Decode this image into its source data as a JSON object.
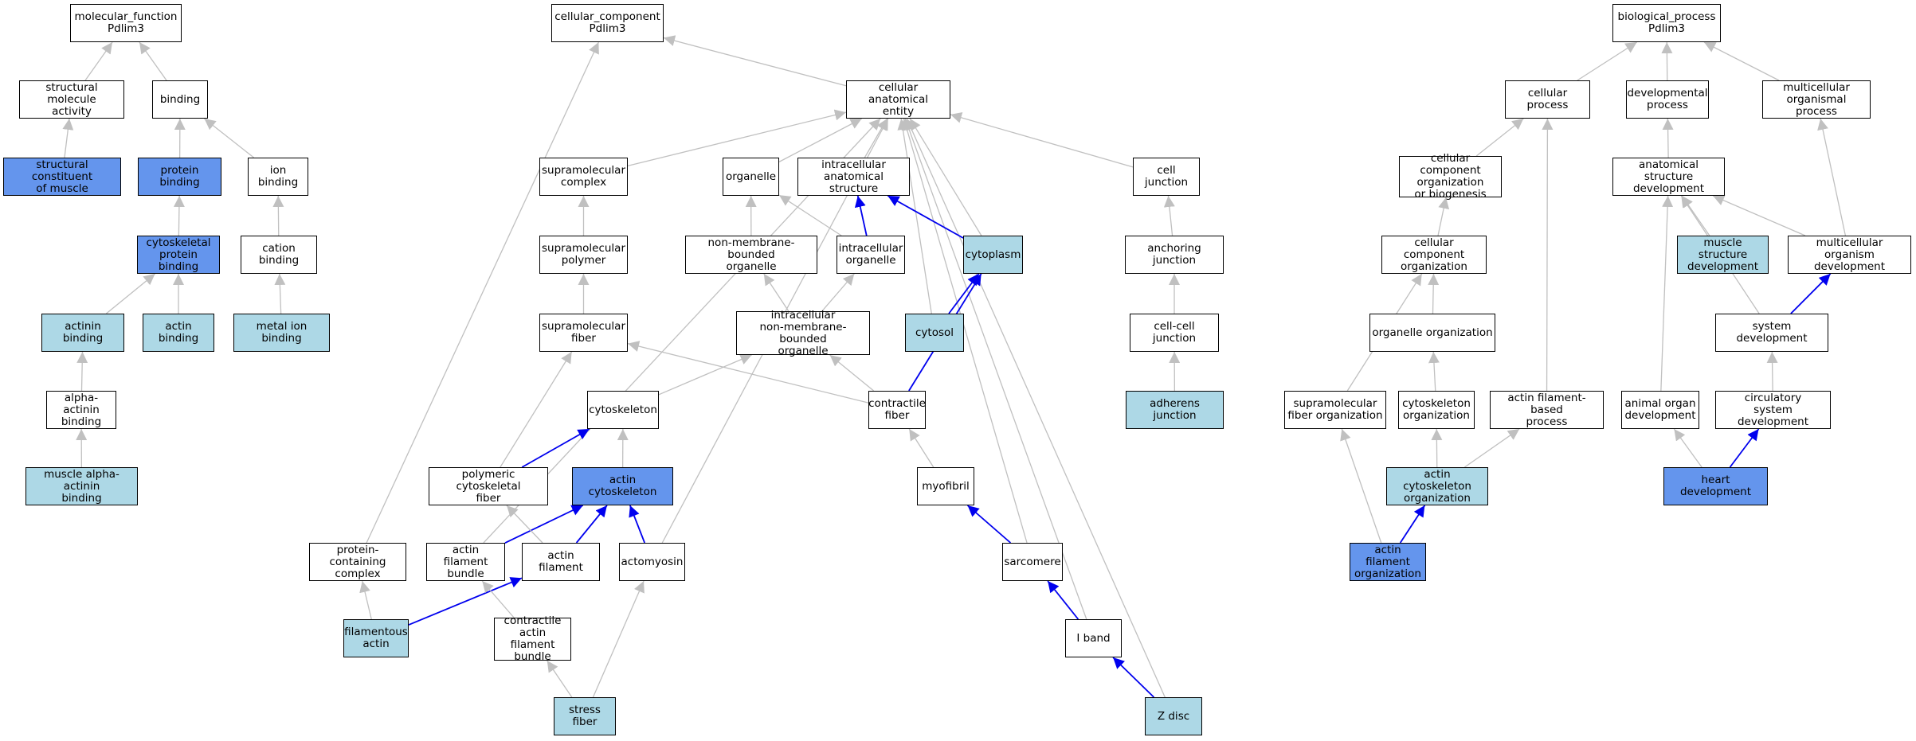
{
  "colors": {
    "light": "#add8e6",
    "dark": "#6495ed",
    "white": "#ffffff",
    "edge_gray": "#c0c0c0",
    "edge_blue": "#0000ee"
  },
  "nodes": {
    "mf_root": {
      "label": "molecular_function\nPdlim3",
      "type": "white"
    },
    "structural_molecule_activity": {
      "label": "structural molecule\nactivity",
      "type": "white"
    },
    "binding": {
      "label": "binding",
      "type": "white"
    },
    "structural_constituent_of_muscle": {
      "label": "structural constituent\nof muscle",
      "type": "dark"
    },
    "protein_binding": {
      "label": "protein binding",
      "type": "dark"
    },
    "ion_binding": {
      "label": "ion binding",
      "type": "white"
    },
    "cytoskeletal_protein_binding": {
      "label": "cytoskeletal\nprotein binding",
      "type": "dark"
    },
    "cation_binding": {
      "label": "cation binding",
      "type": "white"
    },
    "actinin_binding": {
      "label": "actinin binding",
      "type": "light"
    },
    "actin_binding": {
      "label": "actin binding",
      "type": "light"
    },
    "metal_ion_binding": {
      "label": "metal ion binding",
      "type": "light"
    },
    "alpha_actinin_binding": {
      "label": "alpha-actinin\nbinding",
      "type": "white"
    },
    "muscle_alpha_actinin_binding": {
      "label": "muscle alpha-actinin\nbinding",
      "type": "light"
    },
    "cc_root": {
      "label": "cellular_component\nPdlim3",
      "type": "white"
    },
    "cellular_anatomical_entity": {
      "label": "cellular anatomical\nentity",
      "type": "white"
    },
    "supramolecular_complex": {
      "label": "supramolecular\ncomplex",
      "type": "white"
    },
    "organelle": {
      "label": "organelle",
      "type": "white"
    },
    "intracellular_anatomical_structure": {
      "label": "intracellular\nanatomical structure",
      "type": "white"
    },
    "cell_junction": {
      "label": "cell junction",
      "type": "white"
    },
    "supramolecular_polymer": {
      "label": "supramolecular\npolymer",
      "type": "white"
    },
    "non_membrane_bounded_organelle": {
      "label": "non-membrane-bounded\norganelle",
      "type": "white"
    },
    "intracellular_organelle": {
      "label": "intracellular\norganelle",
      "type": "white"
    },
    "cytoplasm": {
      "label": "cytoplasm",
      "type": "light"
    },
    "anchoring_junction": {
      "label": "anchoring junction",
      "type": "white"
    },
    "supramolecular_fiber": {
      "label": "supramolecular\nfiber",
      "type": "white"
    },
    "intracellular_nmb_organelle": {
      "label": "intracellular\nnon-membrane-bounded\norganelle",
      "type": "white"
    },
    "cytosol": {
      "label": "cytosol",
      "type": "light"
    },
    "cell_cell_junction": {
      "label": "cell-cell junction",
      "type": "white"
    },
    "cytoskeleton": {
      "label": "cytoskeleton",
      "type": "white"
    },
    "contractile_fiber": {
      "label": "contractile\nfiber",
      "type": "white"
    },
    "adherens_junction": {
      "label": "adherens junction",
      "type": "light"
    },
    "polymeric_cytoskeletal_fiber": {
      "label": "polymeric cytoskeletal\nfiber",
      "type": "white"
    },
    "actin_cytoskeleton": {
      "label": "actin cytoskeleton",
      "type": "dark"
    },
    "myofibril": {
      "label": "myofibril",
      "type": "white"
    },
    "protein_containing_complex": {
      "label": "protein-containing\ncomplex",
      "type": "white"
    },
    "actin_filament_bundle": {
      "label": "actin filament\nbundle",
      "type": "white"
    },
    "actin_filament": {
      "label": "actin filament",
      "type": "white"
    },
    "actomyosin": {
      "label": "actomyosin",
      "type": "white"
    },
    "sarcomere": {
      "label": "sarcomere",
      "type": "white"
    },
    "filamentous_actin": {
      "label": "filamentous\nactin",
      "type": "light"
    },
    "contractile_actin_filament_bundle": {
      "label": "contractile\nactin filament\nbundle",
      "type": "white"
    },
    "i_band": {
      "label": "I band",
      "type": "white"
    },
    "stress_fiber": {
      "label": "stress fiber",
      "type": "light"
    },
    "z_disc": {
      "label": "Z disc",
      "type": "light"
    },
    "bp_root": {
      "label": "biological_process\nPdlim3",
      "type": "white"
    },
    "cellular_process": {
      "label": "cellular process",
      "type": "white"
    },
    "developmental_process": {
      "label": "developmental\nprocess",
      "type": "white"
    },
    "multicellular_organismal_process": {
      "label": "multicellular\norganismal process",
      "type": "white"
    },
    "ccob": {
      "label": "cellular component\norganization\nor biogenesis",
      "type": "white"
    },
    "anatomical_structure_development": {
      "label": "anatomical structure\ndevelopment",
      "type": "white"
    },
    "cellular_component_organization": {
      "label": "cellular component\norganization",
      "type": "white"
    },
    "muscle_structure_development": {
      "label": "muscle structure\ndevelopment",
      "type": "light"
    },
    "multicellular_organism_development": {
      "label": "multicellular\norganism development",
      "type": "white"
    },
    "organelle_organization": {
      "label": "organelle organization",
      "type": "white"
    },
    "system_development": {
      "label": "system development",
      "type": "white"
    },
    "supramolecular_fiber_organization": {
      "label": "supramolecular\nfiber organization",
      "type": "white"
    },
    "cytoskeleton_organization": {
      "label": "cytoskeleton\norganization",
      "type": "white"
    },
    "actin_filament_based_process": {
      "label": "actin filament-based\nprocess",
      "type": "white"
    },
    "animal_organ_development": {
      "label": "animal organ\ndevelopment",
      "type": "white"
    },
    "circulatory_system_development": {
      "label": "circulatory\nsystem development",
      "type": "white"
    },
    "actin_cytoskeleton_organization": {
      "label": "actin cytoskeleton\norganization",
      "type": "light"
    },
    "heart_development": {
      "label": "heart development",
      "type": "dark"
    },
    "actin_filament_organization": {
      "label": "actin filament\norganization",
      "type": "dark"
    }
  },
  "edges": [
    [
      "structural_molecule_activity",
      "mf_root",
      "gray"
    ],
    [
      "binding",
      "mf_root",
      "gray"
    ],
    [
      "structural_constituent_of_muscle",
      "structural_molecule_activity",
      "gray"
    ],
    [
      "protein_binding",
      "binding",
      "gray"
    ],
    [
      "ion_binding",
      "binding",
      "gray"
    ],
    [
      "cytoskeletal_protein_binding",
      "protein_binding",
      "gray"
    ],
    [
      "cation_binding",
      "ion_binding",
      "gray"
    ],
    [
      "actinin_binding",
      "cytoskeletal_protein_binding",
      "gray"
    ],
    [
      "actin_binding",
      "cytoskeletal_protein_binding",
      "gray"
    ],
    [
      "metal_ion_binding",
      "cation_binding",
      "gray"
    ],
    [
      "alpha_actinin_binding",
      "actinin_binding",
      "gray"
    ],
    [
      "muscle_alpha_actinin_binding",
      "alpha_actinin_binding",
      "gray"
    ],
    [
      "cellular_anatomical_entity",
      "cc_root",
      "gray"
    ],
    [
      "protein_containing_complex",
      "cc_root",
      "gray"
    ],
    [
      "supramolecular_complex",
      "cellular_anatomical_entity",
      "gray"
    ],
    [
      "organelle",
      "cellular_anatomical_entity",
      "gray"
    ],
    [
      "intracellular_anatomical_structure",
      "cellular_anatomical_entity",
      "gray"
    ],
    [
      "cell_junction",
      "cellular_anatomical_entity",
      "gray"
    ],
    [
      "cytoplasm",
      "cellular_anatomical_entity",
      "gray"
    ],
    [
      "cytosol",
      "cellular_anatomical_entity",
      "gray"
    ],
    [
      "actin_filament_bundle",
      "cellular_anatomical_entity",
      "gray"
    ],
    [
      "actomyosin",
      "cellular_anatomical_entity",
      "gray"
    ],
    [
      "sarcomere",
      "cellular_anatomical_entity",
      "gray"
    ],
    [
      "i_band",
      "cellular_anatomical_entity",
      "gray"
    ],
    [
      "z_disc",
      "cellular_anatomical_entity",
      "gray"
    ],
    [
      "supramolecular_polymer",
      "supramolecular_complex",
      "gray"
    ],
    [
      "non_membrane_bounded_organelle",
      "organelle",
      "gray"
    ],
    [
      "intracellular_organelle",
      "organelle",
      "gray"
    ],
    [
      "intracellular_organelle",
      "intracellular_anatomical_structure",
      "blue"
    ],
    [
      "cytoplasm",
      "intracellular_anatomical_structure",
      "blue"
    ],
    [
      "anchoring_junction",
      "cell_junction",
      "gray"
    ],
    [
      "supramolecular_fiber",
      "supramolecular_polymer",
      "gray"
    ],
    [
      "intracellular_nmb_organelle",
      "non_membrane_bounded_organelle",
      "gray"
    ],
    [
      "intracellular_nmb_organelle",
      "intracellular_organelle",
      "gray"
    ],
    [
      "cytosol",
      "cytoplasm",
      "blue"
    ],
    [
      "contractile_fiber",
      "cytoplasm",
      "blue"
    ],
    [
      "cell_cell_junction",
      "anchoring_junction",
      "gray"
    ],
    [
      "cytoskeleton",
      "intracellular_nmb_organelle",
      "gray"
    ],
    [
      "contractile_fiber",
      "intracellular_nmb_organelle",
      "gray"
    ],
    [
      "contractile_fiber",
      "supramolecular_fiber",
      "gray"
    ],
    [
      "adherens_junction",
      "cell_cell_junction",
      "gray"
    ],
    [
      "polymeric_cytoskeletal_fiber",
      "supramolecular_fiber",
      "gray"
    ],
    [
      "polymeric_cytoskeletal_fiber",
      "cytoskeleton",
      "blue"
    ],
    [
      "actin_cytoskeleton",
      "cytoskeleton",
      "gray"
    ],
    [
      "myofibril",
      "contractile_fiber",
      "gray"
    ],
    [
      "actin_filament_bundle",
      "actin_cytoskeleton",
      "blue"
    ],
    [
      "actin_filament",
      "actin_cytoskeleton",
      "blue"
    ],
    [
      "actin_filament",
      "polymeric_cytoskeletal_fiber",
      "gray"
    ],
    [
      "actomyosin",
      "actin_cytoskeleton",
      "blue"
    ],
    [
      "sarcomere",
      "myofibril",
      "blue"
    ],
    [
      "filamentous_actin",
      "protein_containing_complex",
      "gray"
    ],
    [
      "filamentous_actin",
      "actin_filament",
      "blue"
    ],
    [
      "contractile_actin_filament_bundle",
      "actin_filament_bundle",
      "gray"
    ],
    [
      "i_band",
      "sarcomere",
      "blue"
    ],
    [
      "stress_fiber",
      "contractile_actin_filament_bundle",
      "gray"
    ],
    [
      "stress_fiber",
      "actomyosin",
      "gray"
    ],
    [
      "z_disc",
      "i_band",
      "blue"
    ],
    [
      "cellular_process",
      "bp_root",
      "gray"
    ],
    [
      "developmental_process",
      "bp_root",
      "gray"
    ],
    [
      "multicellular_organismal_process",
      "bp_root",
      "gray"
    ],
    [
      "ccob",
      "cellular_process",
      "gray"
    ],
    [
      "actin_filament_based_process",
      "cellular_process",
      "gray"
    ],
    [
      "anatomical_structure_development",
      "developmental_process",
      "gray"
    ],
    [
      "multicellular_organism_development",
      "multicellular_organismal_process",
      "gray"
    ],
    [
      "cellular_component_organization",
      "ccob",
      "gray"
    ],
    [
      "muscle_structure_development",
      "anatomical_structure_development",
      "gray"
    ],
    [
      "multicellular_organism_development",
      "anatomical_structure_development",
      "gray"
    ],
    [
      "system_development",
      "anatomical_structure_development",
      "gray"
    ],
    [
      "animal_organ_development",
      "anatomical_structure_development",
      "gray"
    ],
    [
      "system_development",
      "multicellular_organism_development",
      "blue"
    ],
    [
      "organelle_organization",
      "cellular_component_organization",
      "gray"
    ],
    [
      "supramolecular_fiber_organization",
      "cellular_component_organization",
      "gray"
    ],
    [
      "cytoskeleton_organization",
      "organelle_organization",
      "gray"
    ],
    [
      "circulatory_system_development",
      "system_development",
      "gray"
    ],
    [
      "actin_cytoskeleton_organization",
      "cytoskeleton_organization",
      "gray"
    ],
    [
      "actin_cytoskeleton_organization",
      "actin_filament_based_process",
      "gray"
    ],
    [
      "heart_development",
      "circulatory_system_development",
      "blue"
    ],
    [
      "heart_development",
      "animal_organ_development",
      "gray"
    ],
    [
      "actin_filament_organization",
      "actin_cytoskeleton_organization",
      "blue"
    ],
    [
      "actin_filament_organization",
      "supramolecular_fiber_organization",
      "gray"
    ]
  ]
}
